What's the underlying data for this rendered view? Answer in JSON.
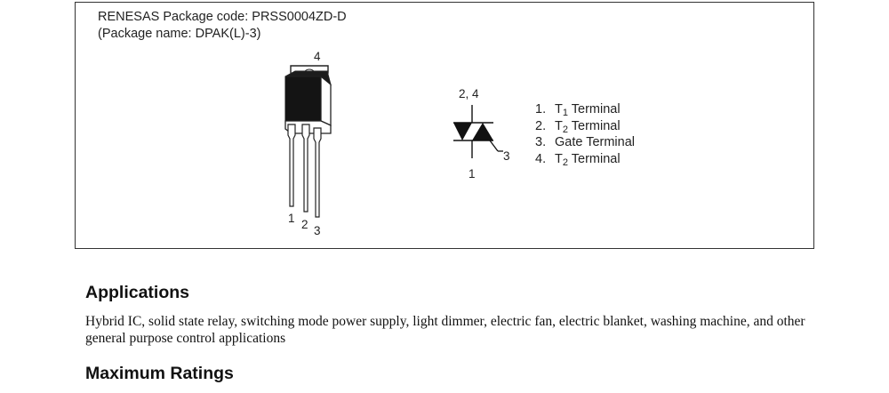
{
  "package": {
    "code_line": "RENESAS Package code: PRSS0004ZD-D",
    "name_line": "(Package name: DPAK(L)-3)",
    "pins": {
      "tab": "4",
      "lead1": "1",
      "lead2": "2",
      "lead3": "3"
    }
  },
  "symbol": {
    "top_label": "2, 4",
    "gate_label": "3",
    "bottom_label": "1"
  },
  "terminals": [
    {
      "num": "1.",
      "prefix": "T",
      "sub": "1",
      "suffix": " Terminal"
    },
    {
      "num": "2.",
      "prefix": "T",
      "sub": "2",
      "suffix": " Terminal"
    },
    {
      "num": "3.",
      "prefix": "Gate Terminal",
      "sub": "",
      "suffix": ""
    },
    {
      "num": "4.",
      "prefix": "T",
      "sub": "2",
      "suffix": " Terminal"
    }
  ],
  "applications": {
    "heading": "Applications",
    "text": "Hybrid IC, solid state relay, switching mode power supply, light dimmer, electric fan, electric blanket, washing machine, and other general purpose control applications"
  },
  "maximum_ratings": {
    "heading": "Maximum Ratings"
  }
}
